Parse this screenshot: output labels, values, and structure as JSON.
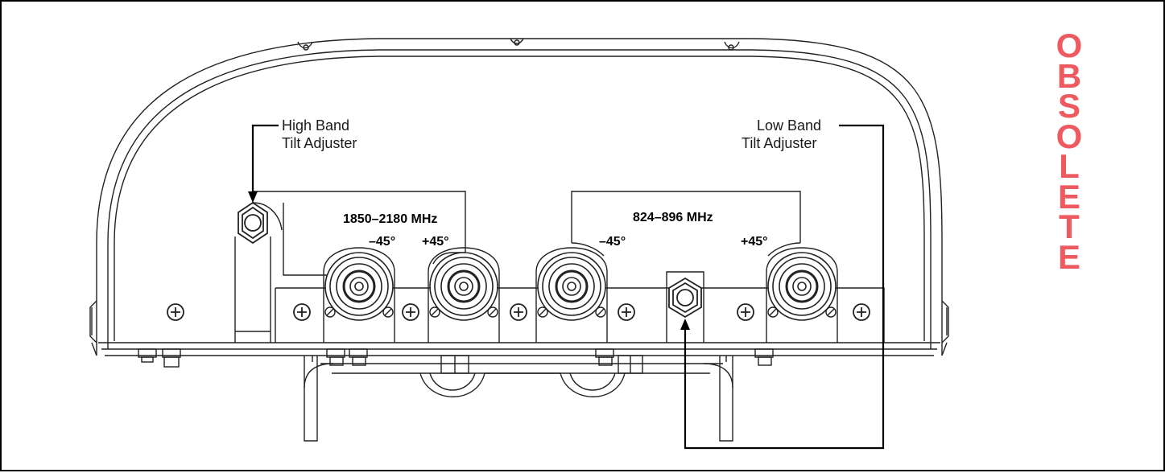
{
  "labels": {
    "high_band_line1": "High Band",
    "high_band_line2": "Tilt Adjuster",
    "low_band_line1": "Low Band",
    "low_band_line2": "Tilt Adjuster",
    "high_freq": "1850–2180 MHz",
    "low_freq": "824–896 MHz",
    "hb_minus": "–45°",
    "hb_plus": "+45°",
    "lb_minus": "–45°",
    "lb_plus": "+45°"
  },
  "watermark": {
    "letters": [
      "O",
      "B",
      "S",
      "O",
      "L",
      "E",
      "T",
      "E"
    ],
    "color": "#ee5a5f"
  }
}
